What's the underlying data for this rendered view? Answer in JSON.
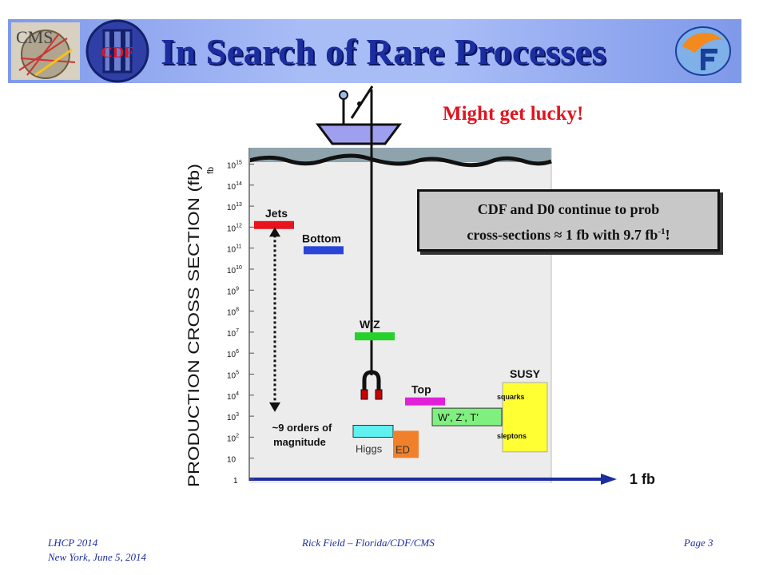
{
  "header": {
    "title": "In Search of Rare Processes",
    "logos": [
      "CMS",
      "CDF",
      "UF"
    ]
  },
  "annotation": "Might get lucky!",
  "note": {
    "line1": "CDF and D0 continue to prob",
    "line2_prefix": "cross-sections ≈ 1 fb with 9.7 fb",
    "line2_sup": "-1",
    "line2_suffix": "!"
  },
  "colors": {
    "jets": "#e8131c",
    "bottom": "#2b44d8",
    "wz": "#25d12a",
    "top": "#e021d8",
    "higgs": "#5ff0f0",
    "ed": "#f0802a",
    "wzt_prime": "#7ff07f",
    "susy": "#ffff33",
    "sea": "#8fa3ad",
    "accent_red": "#e0141f"
  },
  "chart_data": {
    "type": "bar",
    "yscale": "log",
    "ylabel": "PRODUCTION CROSS SECTION (fb)",
    "yunit": "fb",
    "ylim": [
      1,
      1000000000000000.0
    ],
    "ytick_exponents": [
      0,
      1,
      2,
      3,
      4,
      5,
      6,
      7,
      8,
      9,
      10,
      11,
      12,
      13,
      14,
      15
    ],
    "ytick_label_1": "1",
    "ytick_label_10": "10",
    "x_end_label": "1 fb",
    "processes": [
      {
        "name": "Jets",
        "log10_fb": 12.1
      },
      {
        "name": "Bottom",
        "log10_fb": 10.9
      },
      {
        "name": "W/Z",
        "log10_fb": 6.8
      },
      {
        "name": "Top",
        "log10_fb": 3.7
      },
      {
        "name": "Higgs",
        "log10_fb": 2.3
      },
      {
        "name": "ED",
        "log10_fb": 2.0
      },
      {
        "name": "W’, Z’, T’",
        "log10_fb": 3.0
      },
      {
        "name": "SUSY",
        "log10_top": 4.6,
        "log10_bottom": 1.3,
        "sublabels": [
          "squarks",
          "sleptons"
        ]
      }
    ],
    "span_annotation": {
      "line1": "~9 orders of",
      "line2": "magnitude",
      "from_log10": 12.0,
      "to_log10": 3.2
    }
  },
  "footer": {
    "conference": "LHCP 2014",
    "place_date": "New York, June 5, 2014",
    "author": "Rick Field – Florida/CDF/CMS",
    "page": "Page 3"
  }
}
